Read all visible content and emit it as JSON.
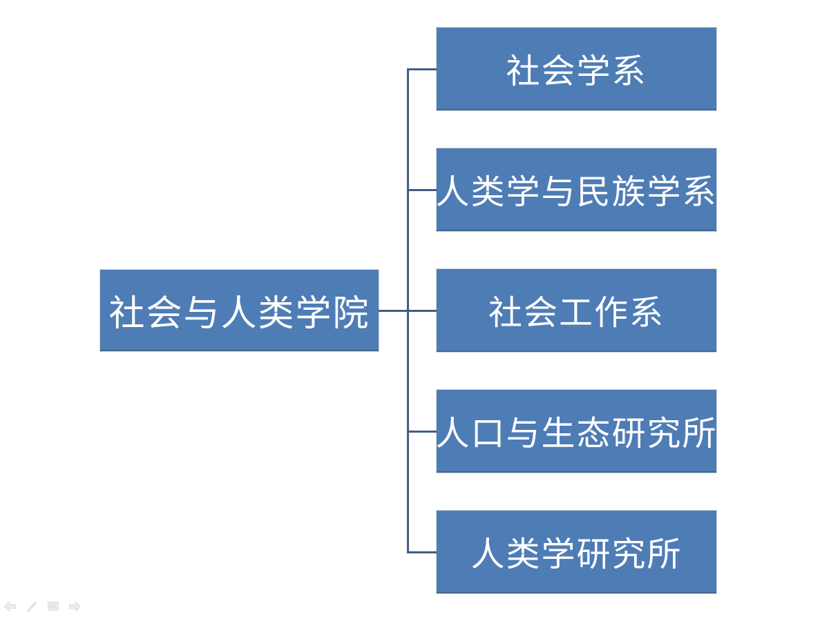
{
  "diagram": {
    "type": "org-chart",
    "root": {
      "label": "社会与人类学院"
    },
    "children": [
      {
        "label": "社会学系"
      },
      {
        "label": "人类学与民族学系"
      },
      {
        "label": "社会工作系"
      },
      {
        "label": "人口与生态研究所"
      },
      {
        "label": "人类学研究所"
      }
    ]
  },
  "colors": {
    "background": "#FFFFFF",
    "box_fill": "#4E7CB5",
    "box_edge": "#44658D",
    "box_text": "#FFFFFF",
    "connector": "#3F5E82",
    "toolbar_icon": "#DEDEDE"
  },
  "presenter_toolbar": {
    "icons": [
      {
        "name": "previous-slide-arrow-icon"
      },
      {
        "name": "pen-tool-icon"
      },
      {
        "name": "slide-menu-icon"
      },
      {
        "name": "next-slide-arrow-icon"
      }
    ]
  }
}
